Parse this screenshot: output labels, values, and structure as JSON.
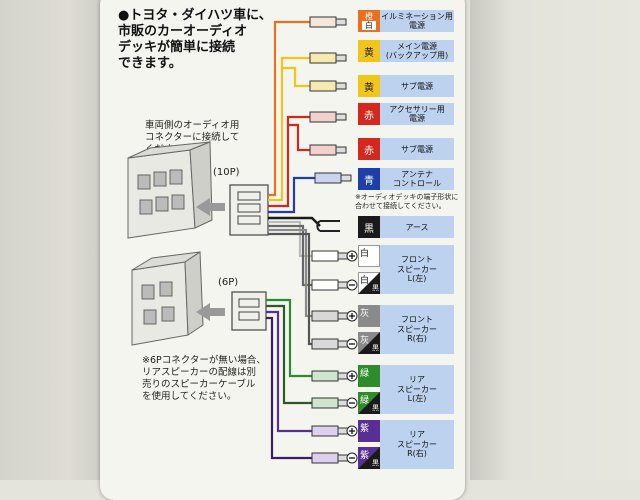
{
  "heading": [
    "●トヨタ・ダイハツ車に、",
    "市販のカーオーディオ",
    "デッキが簡単に接続",
    "できます。"
  ],
  "note_vehicle": [
    "車両側のオーディオ用",
    "コネクターに接続して",
    "ください。"
  ],
  "note_6p": [
    "※6Pコネクターが無い場合、",
    "リアスピーカーの配線は別",
    "売りのスピーカーケーブル",
    "を使用してください。"
  ],
  "note_antenna": [
    "※オーディオデッキの端子形状に",
    "合わせて接続してください。"
  ],
  "connector_10p": "(10P)",
  "connector_6p": "(6P)",
  "rows": [
    {
      "chip": "橙白",
      "label": "イルミネーション用電源"
    },
    {
      "chip": "黄",
      "label": "メイン電源(バックアップ用)"
    },
    {
      "chip": "黄",
      "label": "サブ電源"
    },
    {
      "chip": "赤",
      "label": "アクセサリー用電源"
    },
    {
      "chip": "赤",
      "label": "サブ電源"
    },
    {
      "chip": "青",
      "label": "アンテナコントロール"
    },
    {
      "chip": "黒",
      "label": "アース"
    }
  ],
  "speakers": [
    {
      "label": "フロントスピーカーL(左)",
      "plus": "白",
      "minus": "白黒"
    },
    {
      "label": "フロントスピーカーR(右)",
      "plus": "灰",
      "minus": "灰黒"
    },
    {
      "label": "リアスピーカーL(左)",
      "plus": "緑",
      "minus": "緑黒"
    },
    {
      "label": "リアスピーカーR(右)",
      "plus": "紫",
      "minus": "紫黒"
    }
  ],
  "labels_display": {
    "r0": [
      "イルミネーション用",
      "電源"
    ],
    "r1": [
      "メイン電源",
      "(バックアップ用)"
    ],
    "r3": [
      "アクセサリー用",
      "電源"
    ],
    "r5": [
      "アンテナ",
      "コントロール"
    ],
    "s0": [
      "フロント",
      "スピーカー",
      "L(左)"
    ],
    "s1": [
      "フロント",
      "スピーカー",
      "R(右)"
    ],
    "s2": [
      "リア",
      "スピーカー",
      "L(左)"
    ],
    "s3": [
      "リア",
      "スピーカー",
      "R(右)"
    ]
  },
  "chip_chars": {
    "orange_top": "橙",
    "orange_bottom": "白",
    "white": "白",
    "white_minus_top": "白",
    "white_minus_bottom": "黒",
    "gray": "灰",
    "gray_minus_top": "灰",
    "gray_minus_bottom": "黒",
    "green": "緑",
    "green_minus_top": "緑",
    "green_minus_bottom": "黒",
    "purple": "紫",
    "purple_minus_top": "紫",
    "purple_minus_bottom": "黒"
  },
  "colors": {
    "orange": "#e8701e",
    "yellow": "#f2c51a",
    "red": "#d4281e",
    "blue": "#1e3fa8",
    "black": "#1a1a1a",
    "gray": "#8a8a8a",
    "green": "#2f8c2a",
    "purple": "#5a2f93",
    "label_bg": "#bcd2ee"
  }
}
